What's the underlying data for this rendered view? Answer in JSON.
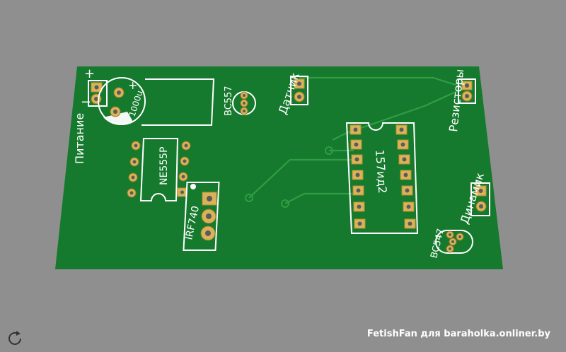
{
  "viewer": {
    "background_color": "#8f8f8f",
    "board_color": "#157a2d",
    "trace_color": "#2f9e44",
    "pad_color": "#d8b35a",
    "silkscreen_color": "#ffffff",
    "rotate_icon": "rotate-icon",
    "watermark": "FetishFan для baraholka.onliner.by"
  },
  "pcb": {
    "labels": {
      "power": "Питание",
      "plus_top": "+",
      "minus": "−",
      "cap_plus": "+",
      "capacitor": "1000u",
      "transistor1": "BC557",
      "sensor": "Датчик",
      "resistors": "Резисторы",
      "timer_ic": "NE555P",
      "mosfet": "IRF740",
      "decoder_ic": "157ид2",
      "speaker": "Динамик",
      "transistor2": "BC547"
    }
  }
}
